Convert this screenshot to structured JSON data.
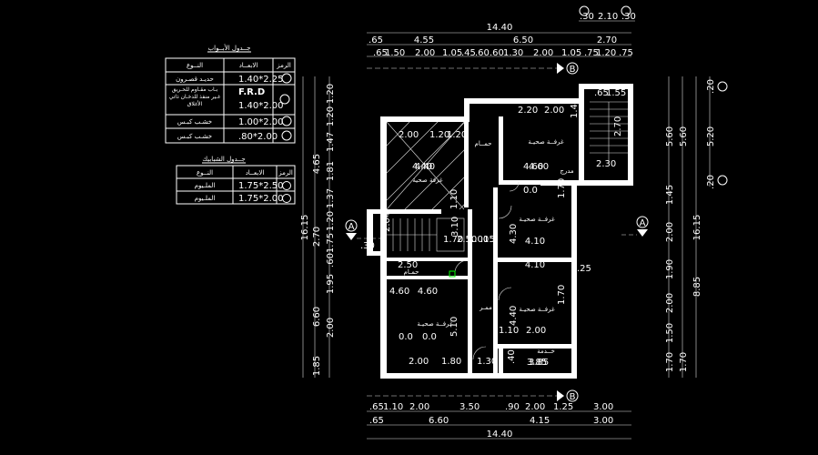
{
  "doors_table": {
    "title": "جــدول الأبــواب",
    "headers": [
      "النــوع",
      "الابعــاد",
      "الرمز"
    ],
    "rows": [
      {
        "type": "حديـد قصـرون",
        "dims": "1.40*2.25",
        "code": ""
      },
      {
        "type": "بـاب مقـاوم للحـريق غـير منفذ للدخـان ذاتي الأغلاق",
        "dims_top": "F.R.D",
        "dims": "1.40*2.00",
        "code": ""
      },
      {
        "type": "خشـب كبـس",
        "dims": "1.00*2.00",
        "code": ""
      },
      {
        "type": "خشـب كبـس",
        "dims": ".80*2.00",
        "code": ""
      }
    ]
  },
  "windows_table": {
    "title": "جــدول الشبابيك",
    "headers": [
      "النــوع",
      "الابعــاد",
      "الرمز"
    ],
    "rows": [
      {
        "type": "الملـيوم",
        "dims": "1.75*2.50",
        "code": ""
      },
      {
        "type": "الملـيوم",
        "dims": "1.75*2.00",
        "code": ""
      }
    ]
  },
  "top_dims": {
    "total": "14.40",
    "mid": [
      ".65",
      "4.55",
      "6.50",
      "2.70"
    ],
    "detail": [
      ".65",
      "1.50",
      "2.00",
      "1.05",
      ".45",
      ".60",
      ".60",
      "1.30",
      "2.00",
      "1.05",
      ".75",
      "1.20",
      ".75"
    ],
    "corner": [
      ".30",
      "2.10",
      ".30"
    ]
  },
  "bottom_dims": {
    "detail": [
      ".65",
      "1.10",
      "2.00",
      "3.50",
      ".90",
      "2.00",
      "1.25",
      "3.00"
    ],
    "mid": [
      ".65",
      "6.60",
      "4.15",
      "3.00"
    ],
    "total": "14.40"
  },
  "left_dims": {
    "total": "16.15",
    "mid": [
      "4.65",
      "2.70",
      "6.60",
      "1.85"
    ],
    "detail": [
      "1.20",
      "1.20",
      "1.47",
      "1.81",
      "1.37",
      "1.20",
      "1.75",
      ".60",
      "1.95",
      "2.00"
    ]
  },
  "right_dims": {
    "total": "16.15",
    "mid": [
      "5.20"
    ],
    "detail_a": [
      "5.60",
      "5.60",
      "8.85"
    ],
    "detail_b": [
      "1.45",
      "2.00",
      "1.90",
      "2.00",
      "1.50",
      "1.70",
      "1.70"
    ],
    "top": [
      ".20",
      ".20"
    ]
  },
  "section_marks": {
    "A": "A",
    "B": "B"
  },
  "rooms": [
    {
      "name": "غرفــة صحيـة",
      "dims": "4.60"
    },
    {
      "name": "غرفــة صحيـة",
      "dims": "4.10"
    },
    {
      "name": "غرفــة صحيـة",
      "dims": "4.10"
    },
    {
      "name": "غرفــة صحيـة",
      "dims": "4.60"
    },
    {
      "name": "غرفة صحية",
      "dims": "4.40"
    },
    {
      "name": "خــدمة",
      "dims": "3.85"
    },
    {
      "name": "حمــام",
      "dims": ""
    },
    {
      "name": "حمـام",
      "dims": ""
    },
    {
      "name": "مدرج",
      "dims": ""
    },
    {
      "name": "ممـر",
      "dims": ""
    }
  ],
  "interior_dims": [
    "2.00",
    "1.20",
    "2.00",
    "2.30",
    "4.40",
    "1.70",
    "2.50",
    "2.20",
    "2.00",
    "2.50",
    "4.60",
    "3.10",
    "4.60",
    "5.10",
    "1.10",
    "2.00",
    "1.80",
    "1.30",
    "3.85",
    "0.0",
    "0.0",
    "0.0",
    "4.30",
    "4.40",
    "1.70",
    "1.70",
    "2.70",
    "1.20",
    "1.10",
    "2.04",
    ".30",
    ".25",
    ".15",
    ".40",
    "1.40",
    ".65",
    "1.55",
    "1.00"
  ]
}
